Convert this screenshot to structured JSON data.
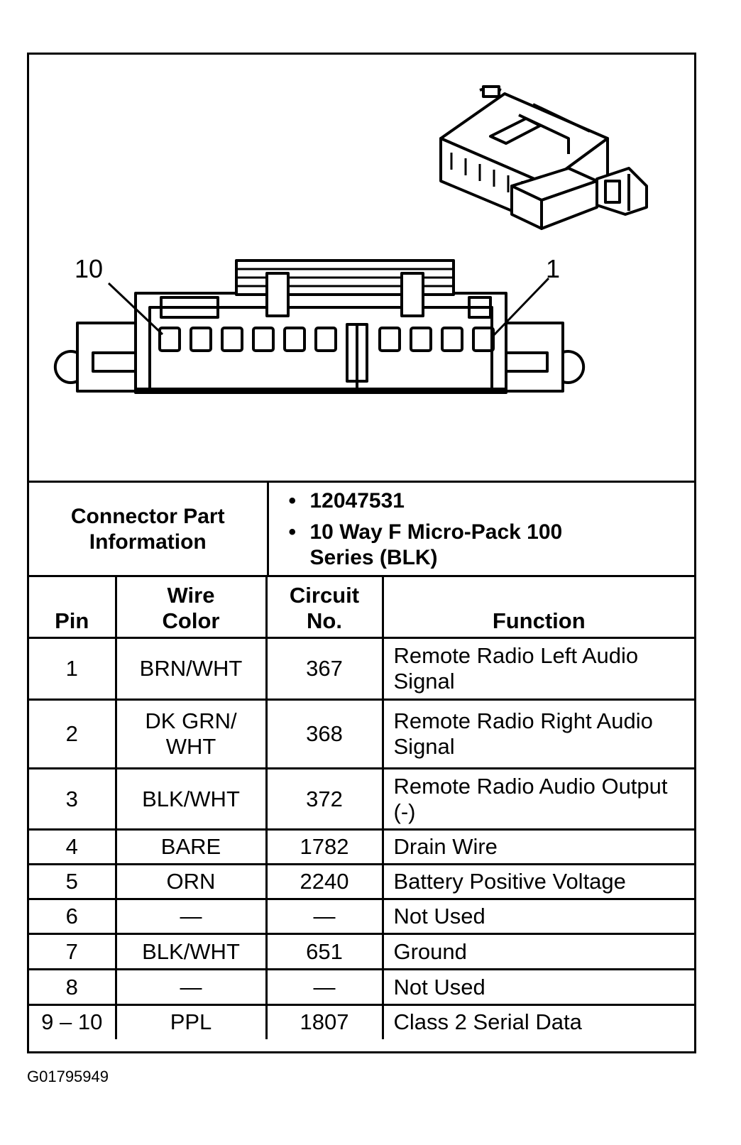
{
  "diagram": {
    "label_left": "10",
    "label_right": "1"
  },
  "connector_info": {
    "label": "Connector Part Information",
    "items": [
      "12047531",
      "10 Way F Micro-Pack 100 Series (BLK)"
    ]
  },
  "pin_table": {
    "headers": {
      "pin": "Pin",
      "wire_color": "Wire Color",
      "circuit_no": "Circuit No.",
      "function": "Function"
    },
    "rows": [
      {
        "pin": "1",
        "wire_color": "BRN/WHT",
        "circuit": "367",
        "function": "Remote Radio Left Audio Signal"
      },
      {
        "pin": "2",
        "wire_color": "DK GRN/ WHT",
        "circuit": "368",
        "function": "Remote Radio Right Audio Signal"
      },
      {
        "pin": "3",
        "wire_color": "BLK/WHT",
        "circuit": "372",
        "function": "Remote Radio Audio Output (-)"
      },
      {
        "pin": "4",
        "wire_color": "BARE",
        "circuit": "1782",
        "function": "Drain Wire"
      },
      {
        "pin": "5",
        "wire_color": "ORN",
        "circuit": "2240",
        "function": "Battery Positive Voltage"
      },
      {
        "pin": "6",
        "wire_color": "—",
        "circuit": "—",
        "function": "Not Used"
      },
      {
        "pin": "7",
        "wire_color": "BLK/WHT",
        "circuit": "651",
        "function": "Ground"
      },
      {
        "pin": "8",
        "wire_color": "—",
        "circuit": "—",
        "function": "Not Used"
      },
      {
        "pin": "9 – 10",
        "wire_color": "PPL",
        "circuit": "1807",
        "function": "Class 2 Serial Data"
      }
    ]
  },
  "figure_id": "G01795949"
}
